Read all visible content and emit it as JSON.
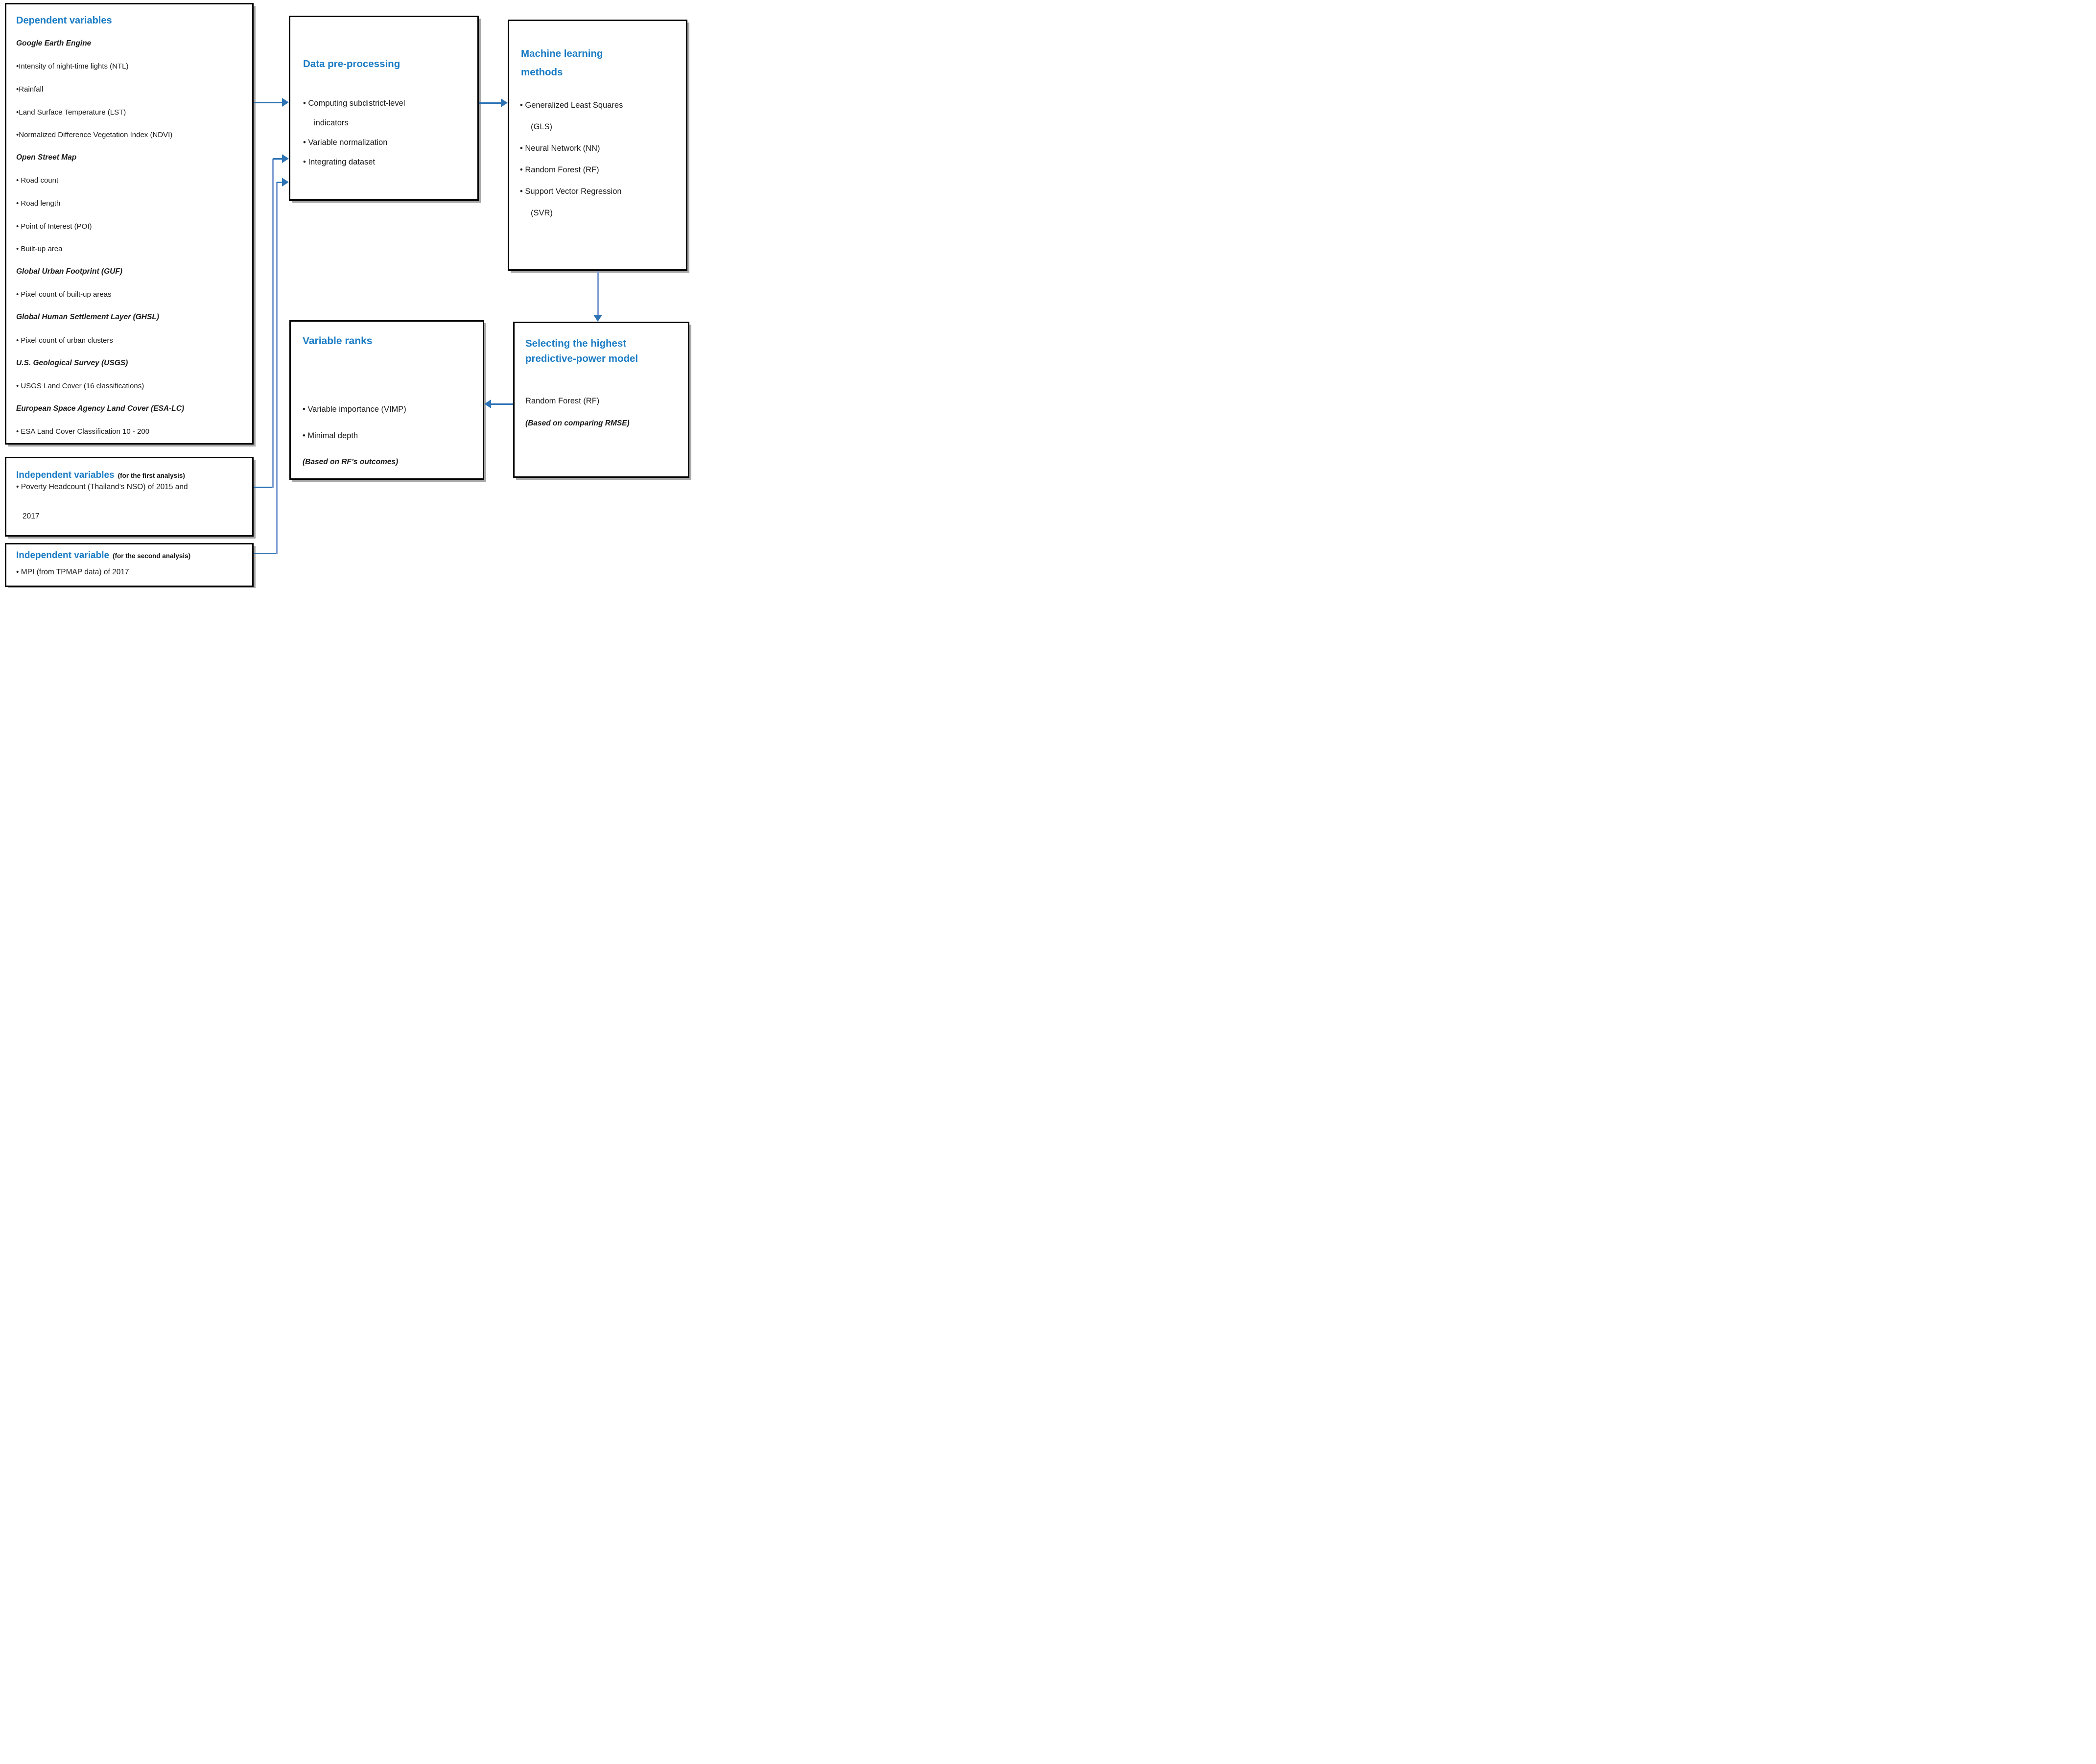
{
  "colors": {
    "accent_blue": "#1b7cc4",
    "arrow_blue": "#2e74b5",
    "arrow_light_blue": "#7f9fd4",
    "box_border": "#000000",
    "box_shadow": "#a9a9a9"
  },
  "boxes": {
    "dependent": {
      "title": "Dependent variables",
      "rows": [
        "Google Earth Engine",
        "•Intensity of night-time lights (NTL)",
        "•Rainfall",
        "•Land Surface Temperature (LST)",
        "•Normalized Difference Vegetation Index (NDVI)",
        "Open Street Map",
        "• Road count",
        "• Road length",
        "• Point of Interest (POI)",
        "• Built-up area",
        "Global Urban Footprint (GUF)",
        "• Pixel count of built-up areas",
        "Global Human Settlement Layer (GHSL)",
        "• Pixel count of urban clusters",
        "U.S. Geological Survey (USGS)",
        "• USGS Land Cover (16 classifications)",
        "European Space Agency Land Cover (ESA-LC)",
        "• ESA Land Cover Classification 10 - 200"
      ]
    },
    "preprocessing": {
      "title": "Data pre-processing",
      "rows": [
        "• Computing subdistrict-level",
        "indicators",
        "• Variable normalization",
        "• Integrating dataset"
      ]
    },
    "ml": {
      "title_line1": "Machine learning",
      "title_line2": "methods",
      "rows": [
        "• Generalized Least Squares",
        "(GLS)",
        "• Neural Network (NN)",
        "• Random Forest (RF)",
        "• Support Vector Regression",
        "(SVR)"
      ]
    },
    "selecting": {
      "title_line1": "Selecting the highest",
      "title_line2": "predictive-power model",
      "model": "Random Forest (RF)",
      "note": "(Based on comparing RMSE)"
    },
    "ranks": {
      "title": "Variable ranks",
      "rows": [
        "• Variable importance (VIMP)",
        "• Minimal depth"
      ],
      "note": "(Based on RF’s outcomes)"
    },
    "independent1": {
      "title": "Independent variables",
      "title_suffix": "(for the first analysis)",
      "line1": "• Poverty Headcount (Thailand’s NSO) of 2015 and",
      "line2": "2017"
    },
    "independent2": {
      "title": "Independent variable",
      "title_suffix": "(for the second analysis)",
      "line1": "• MPI (from TPMAP data) of 2017"
    }
  }
}
